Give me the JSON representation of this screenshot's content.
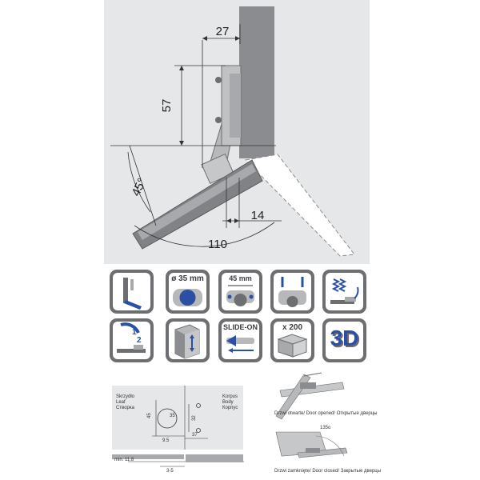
{
  "main_diagram": {
    "dimensions": {
      "d27": "27",
      "d57": "57",
      "d45": "45°",
      "d14": "14",
      "d110": "110"
    }
  },
  "icons": [
    {
      "name": "overlay-icon",
      "label": ""
    },
    {
      "name": "cup-35mm-icon",
      "label": "ø 35 mm"
    },
    {
      "name": "plate-45mm-icon",
      "label": "45 mm"
    },
    {
      "name": "screw-mounting-icon",
      "label": ""
    },
    {
      "name": "soft-close-icon",
      "label": ""
    },
    {
      "name": "two-step-icon",
      "label": "1 2"
    },
    {
      "name": "3d-adjust-box-icon",
      "label": ""
    },
    {
      "name": "slide-on-icon",
      "label": "SLIDE-ON"
    },
    {
      "name": "pack-200-icon",
      "label": "x 200"
    },
    {
      "name": "3d-icon",
      "label": "3D"
    }
  ],
  "drilling_diagram": {
    "leaf_labels": [
      "Skrzydło",
      "Leaf",
      "Створка"
    ],
    "body_labels": [
      "Korpus",
      "Body",
      "Корпус"
    ],
    "dims": {
      "d45": "45",
      "d35": "35",
      "d9_5": "9.5",
      "d32": "32",
      "d37": "37",
      "min": "min. 11.8",
      "d3_5": "3-5"
    }
  },
  "door_states": {
    "opened_caption": "Drzwi otwarte/ Door opened/ Открытые дверцы",
    "closed_caption": "Drzwi zamknięte/ Door closed/ Закрытые дверцы",
    "angle": "135o"
  }
}
